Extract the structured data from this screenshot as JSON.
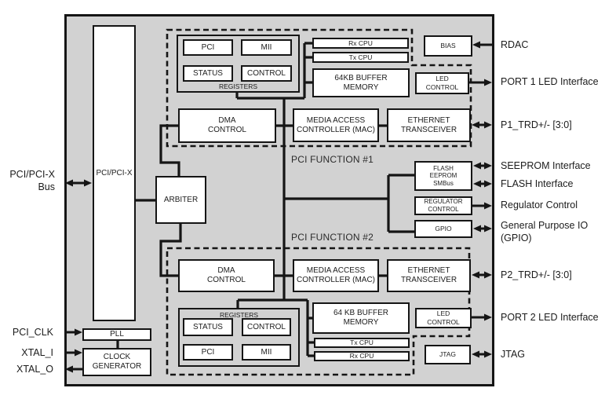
{
  "chip": {
    "colors": {
      "chip_background": "#d2d2d2",
      "box_background": "#ffffff",
      "line": "#151515"
    },
    "blocks": {
      "pci_pcix": "PCI/PCI-X",
      "registers1": "REGISTERS",
      "pci1": "PCI",
      "mii1": "MII",
      "status1": "STATUS",
      "control1": "CONTROL",
      "rxcpu1": "Rx CPU",
      "txcpu1": "Tx CPU",
      "buffer1": "64KB BUFFER\nMEMORY",
      "dma1": "DMA\nCONTROL",
      "mac1": "MEDIA ACCESS\nCONTROLLER (MAC)",
      "ethernet1": "ETHERNET\nTRANSCEIVER",
      "bias": "BIAS",
      "led1": "LED\nCONTROL",
      "arbiter": "ARBITER",
      "flash_eeprom_smbus": "FLASH\nEEPROM\nSMBus",
      "regulator_control": "REGULATOR\nCONTROL",
      "gpio": "GPIO",
      "dma2": "DMA\nCONTROL",
      "mac2": "MEDIA ACCESS\nCONTROLLER (MAC)",
      "ethernet2": "ETHERNET\nTRANSCEIVER",
      "registers2": "REGISTERS",
      "status2": "STATUS",
      "control2": "CONTROL",
      "pci2": "PCI",
      "mii2": "MII",
      "buffer2": "64 KB BUFFER\nMEMORY",
      "txcpu2": "Tx CPU",
      "rxcpu2": "Rx CPU",
      "led2": "LED\nCONTROL",
      "jtag": "JTAG",
      "pll": "PLL",
      "clock_generator": "CLOCK\nGENERATOR"
    },
    "function_labels": {
      "f1": "PCI FUNCTION #1",
      "f2": "PCI FUNCTION #2"
    },
    "left_labels": {
      "pci_bus": "PCI/PCI-X\nBus",
      "pci_clk": "PCI_CLK",
      "xtal_i": "XTAL_I",
      "xtal_o": "XTAL_O"
    },
    "right_labels": {
      "rdac": "RDAC",
      "port1_led": "PORT 1 LED Interface",
      "p1_trd": "P1_TRD+/- [3:0]",
      "seeprom": "SEEPROM Interface",
      "flash": "FLASH Interface",
      "regulator": "Regulator Control",
      "gpio": "General Purpose IO\n(GPIO)",
      "p2_trd": "P2_TRD+/- [3:0]",
      "port2_led": "PORT 2 LED Interface",
      "jtag": "JTAG"
    }
  }
}
